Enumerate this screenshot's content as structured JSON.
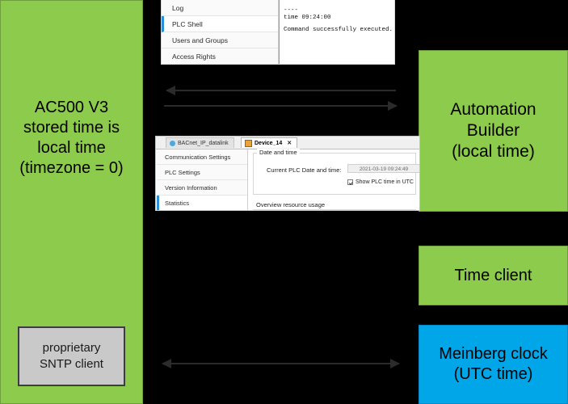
{
  "diagram": {
    "background_color": "#000000",
    "accent_green": "#8CCB4B",
    "accent_blue": "#00A6E8",
    "box_gray": "#C9C9C9"
  },
  "panels": {
    "ac500": "AC500 V3\nstored time is\nlocal time\n(timezone = 0)",
    "ac500_lines": [
      "AC500 V3",
      "stored time is",
      "local time",
      "(timezone = 0)"
    ],
    "automation_builder": "Automation Builder (local time)",
    "automation_builder_lines": [
      "Automation",
      "Builder",
      "(local time)"
    ],
    "time_client": "Time client",
    "meinberg_clock_lines": [
      "Meinberg clock",
      "(UTC time)"
    ],
    "sntp_box_lines": [
      "proprietary",
      "SNTP client"
    ]
  },
  "arrows": {
    "upper_left_arrow": "left",
    "upper_right_arrow": "right",
    "bottom_arrow": "bidirectional"
  },
  "plc_shell_window": {
    "sidebar_items": [
      {
        "label": "Log",
        "selected": false
      },
      {
        "label": "PLC Shell",
        "selected": true
      },
      {
        "label": "Users and Groups",
        "selected": false
      },
      {
        "label": "Access Rights",
        "selected": false
      }
    ],
    "console_lines": [
      "----",
      "time 09:24:00",
      "Command successfully executed."
    ]
  },
  "device_window": {
    "tabs": [
      {
        "label": "BACnet_IP_datalink",
        "active": false,
        "icon": "globe-icon",
        "closable": false
      },
      {
        "label": "Device_14",
        "active": true,
        "icon": "device-icon",
        "closable": true,
        "close_label": "✕"
      }
    ],
    "sidebar_items": [
      {
        "label": "Communication Settings",
        "selected": false
      },
      {
        "label": "PLC Settings",
        "selected": false
      },
      {
        "label": "Version Information",
        "selected": false
      },
      {
        "label": "Statistics",
        "selected": true
      }
    ],
    "date_and_time": {
      "group_title": "Date and time",
      "field_label": "Current PLC Date and time:",
      "field_value": "2021-03-19 09:24:49",
      "checkbox_label": "Show PLC time in UTC",
      "checkbox_checked": true
    },
    "overview_label": "Overview resource usage"
  }
}
